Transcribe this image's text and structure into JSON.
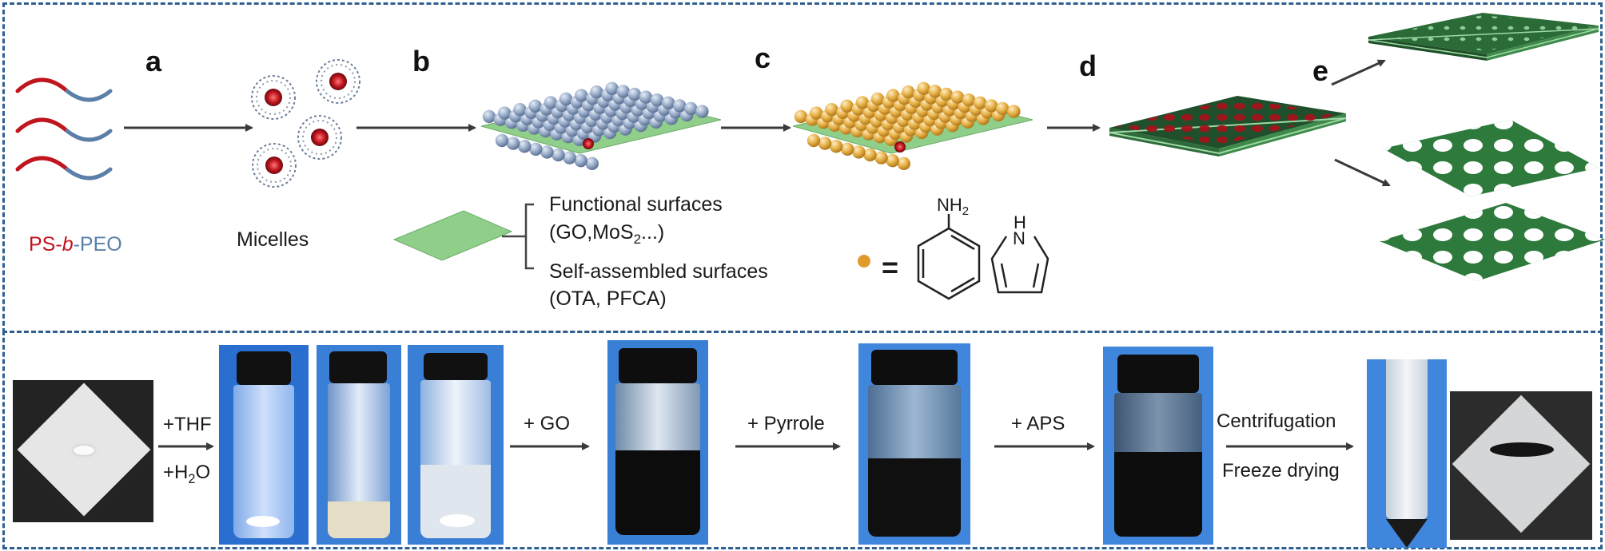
{
  "panel_labels": {
    "a": "a",
    "b": "b",
    "c": "c",
    "d": "d",
    "e": "e"
  },
  "top": {
    "polymer": {
      "ps": "PS-",
      "b": "b",
      "peo": "-PEO"
    },
    "micelles": "Micelles",
    "functional_line1": "Functional surfaces",
    "functional_line2_pre": "(GO,MoS",
    "functional_line2_sub": "2",
    "functional_line2_post": "...)",
    "self_line1": "Self-assembled surfaces",
    "self_line2": "(OTA, PFCA)",
    "equals": "=",
    "aniline_group_main": "NH",
    "aniline_group_sub": "2",
    "pyrrole_atom": "N",
    "pyrrole_h": "H"
  },
  "bottom": {
    "thf": "+THF",
    "h2o_pre": "+H",
    "h2o_sub": "2",
    "h2o_post": "O",
    "go": "+ GO",
    "pyrrole": "+ Pyrrole",
    "aps": "+ APS",
    "centrifugation": "Centrifugation",
    "freeze": "Freeze drying"
  },
  "colors": {
    "ps_red": "#c0141e",
    "peo_blue": "#5a7fa8",
    "border": "#2f5f8f",
    "substrate_green": "#8fcf8a",
    "sphere_blue": "#9aaecb",
    "sphere_gold": "#e8b24a",
    "dark_green": "#2e6b3a",
    "pore_red": "#a3141b",
    "photo_blue": "#2a6fd0"
  }
}
